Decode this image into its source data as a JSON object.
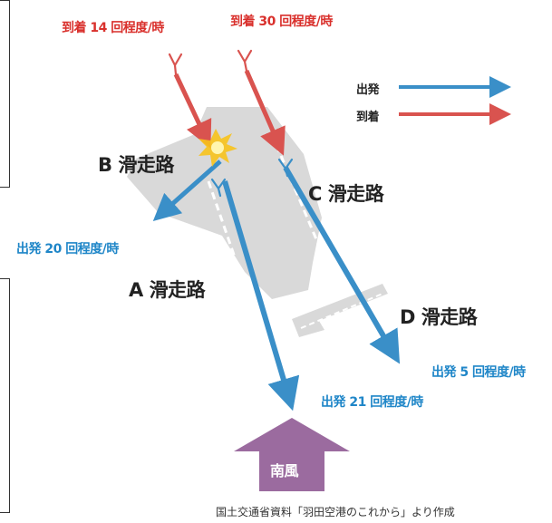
{
  "arrivals": {
    "left_label": "到着 14 回程度/時",
    "right_label": "到着 30 回程度/時"
  },
  "departures": {
    "runway_b_label": "出発 20 回程度/時",
    "runway_a_label": "出発 21 回程度/時",
    "runway_d_label": "出発 5 回程度/時"
  },
  "runways": {
    "a": "A 滑走路",
    "b": "B 滑走路",
    "c": "C 滑走路",
    "d": "D 滑走路"
  },
  "legend": {
    "departure": "出発",
    "arrival": "到着"
  },
  "wind_label": "南風",
  "source_note": "国土交通省資料「羽田空港のこれから」より作成",
  "colors": {
    "departure_blue": "#3a8fc8",
    "arrival_red": "#d9534f",
    "label_blue": "#1f86c8",
    "label_red": "#d9302c",
    "airport_gray": "#dcdcdc",
    "wind_purple": "#9b6b9f"
  }
}
